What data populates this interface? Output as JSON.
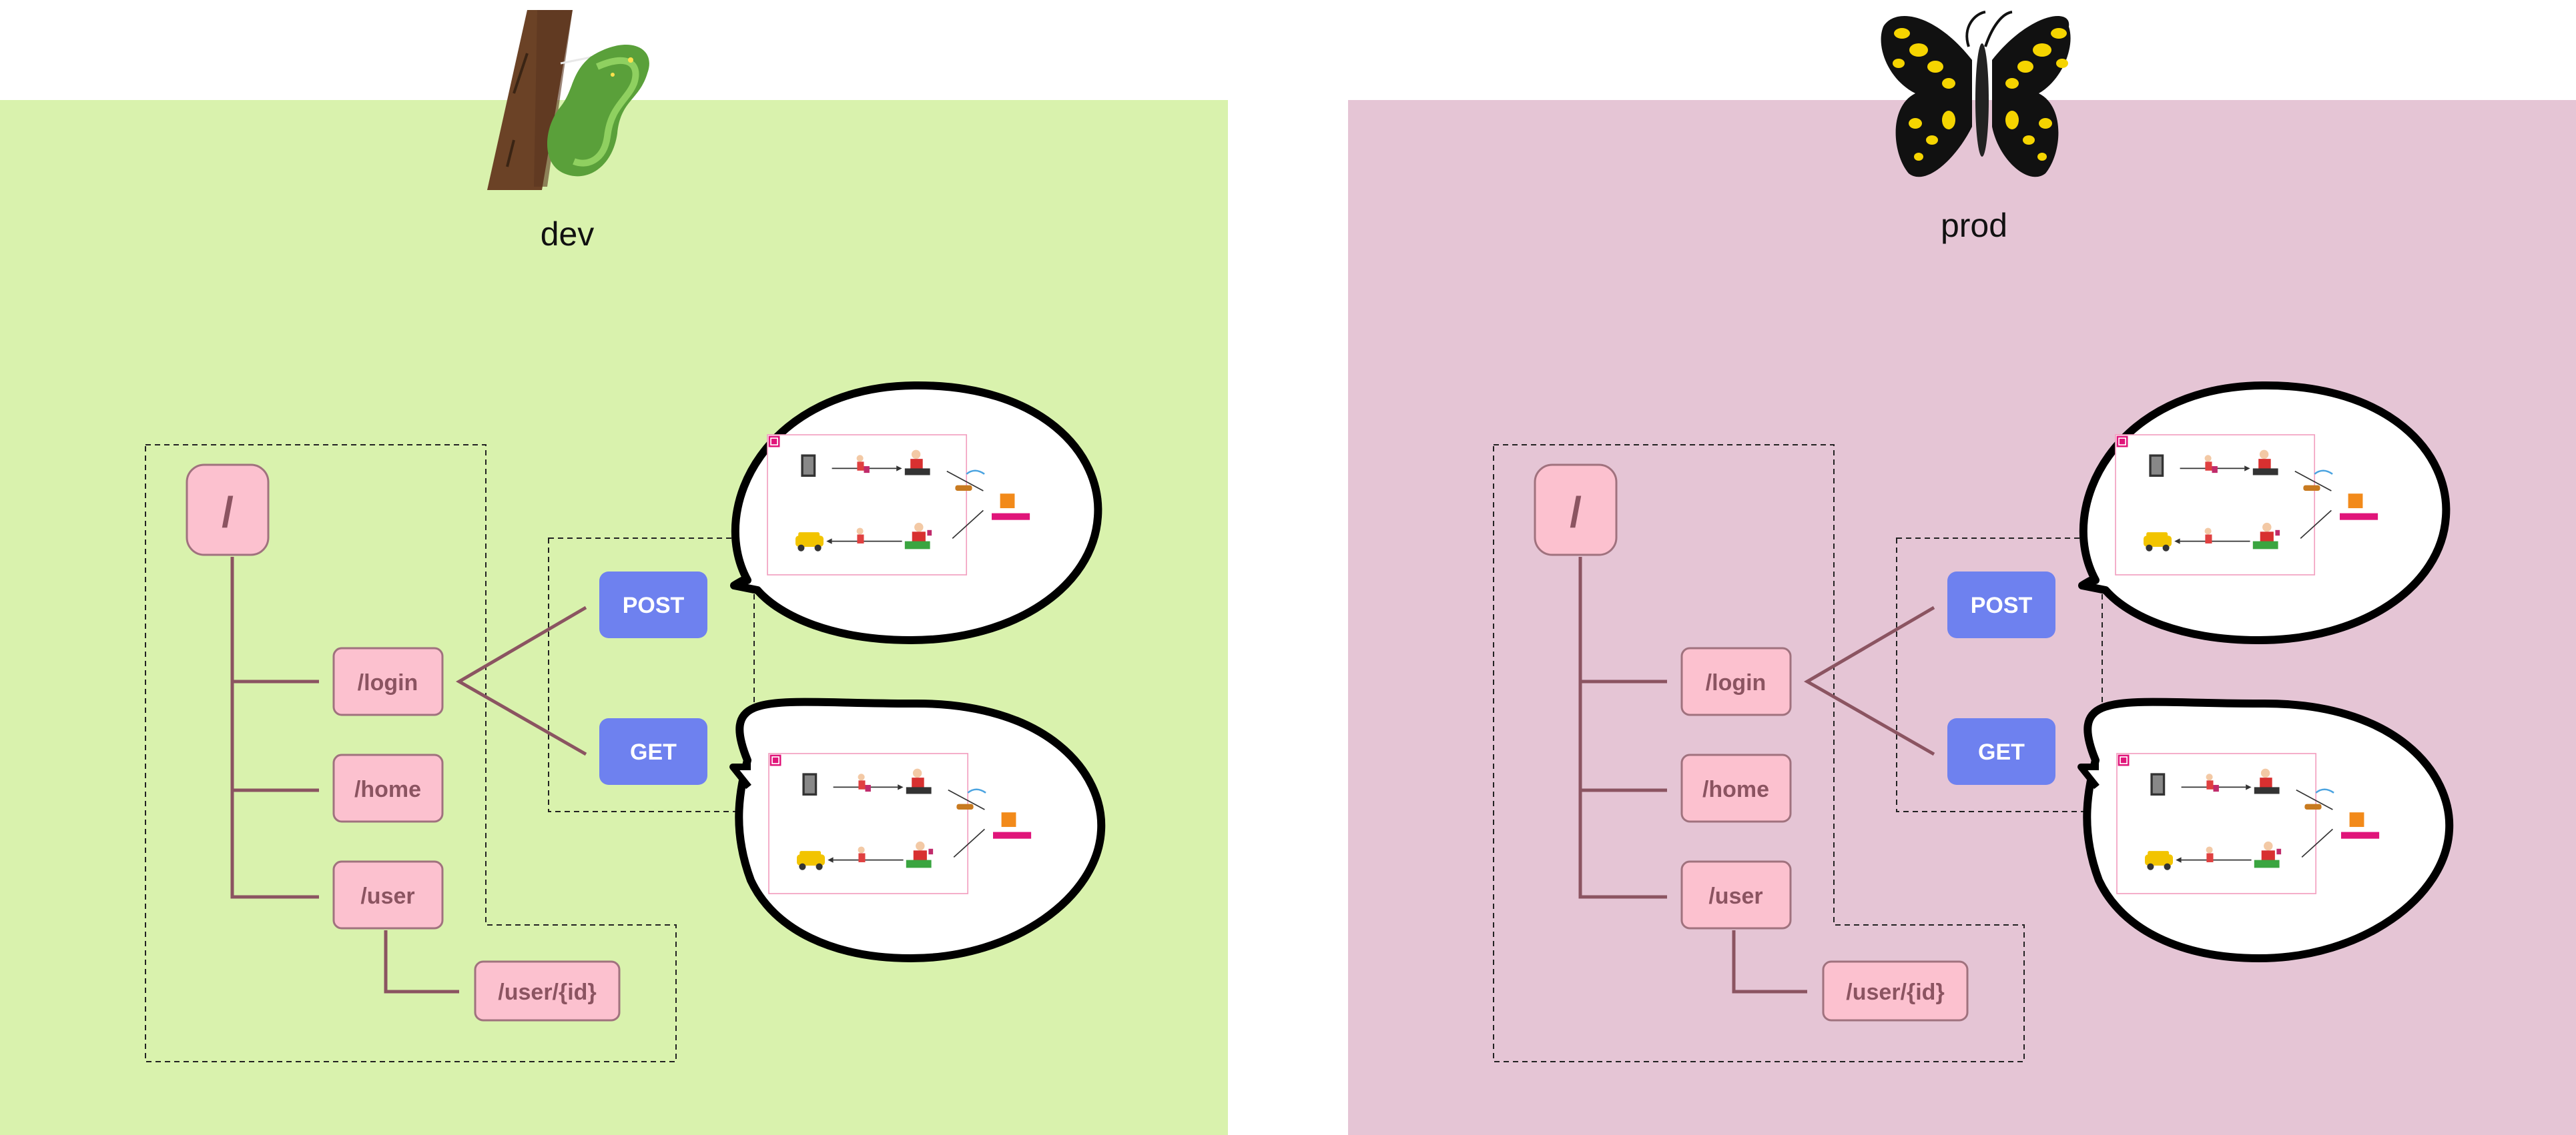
{
  "environments": [
    {
      "id": "dev",
      "label": "dev",
      "mascot": "chrysalis-icon",
      "background": "#d9f2ad",
      "routes": {
        "root": "/",
        "children": [
          "/login",
          "/home",
          "/user"
        ],
        "user_child": "/user/{id}"
      },
      "methods": [
        "POST",
        "GET"
      ]
    },
    {
      "id": "prod",
      "label": "prod",
      "mascot": "butterfly-icon",
      "background": "#e5c5d5",
      "routes": {
        "root": "/",
        "children": [
          "/login",
          "/home",
          "/user"
        ],
        "user_child": "/user/{id}"
      },
      "methods": [
        "POST",
        "GET"
      ]
    }
  ],
  "colors": {
    "route_fill": "#fcc1cf",
    "route_stroke": "#a0727e",
    "route_text": "#8b5461",
    "connector": "#8b5461",
    "method_fill": "#6e81ef",
    "method_text": "#ffffff",
    "bubble_stroke": "#000000",
    "page_background": "#ffffff"
  },
  "icons": [
    "chrysalis-icon",
    "butterfly-icon",
    "speech-bubble-icon",
    "hotel-booking-flow-illustration"
  ]
}
